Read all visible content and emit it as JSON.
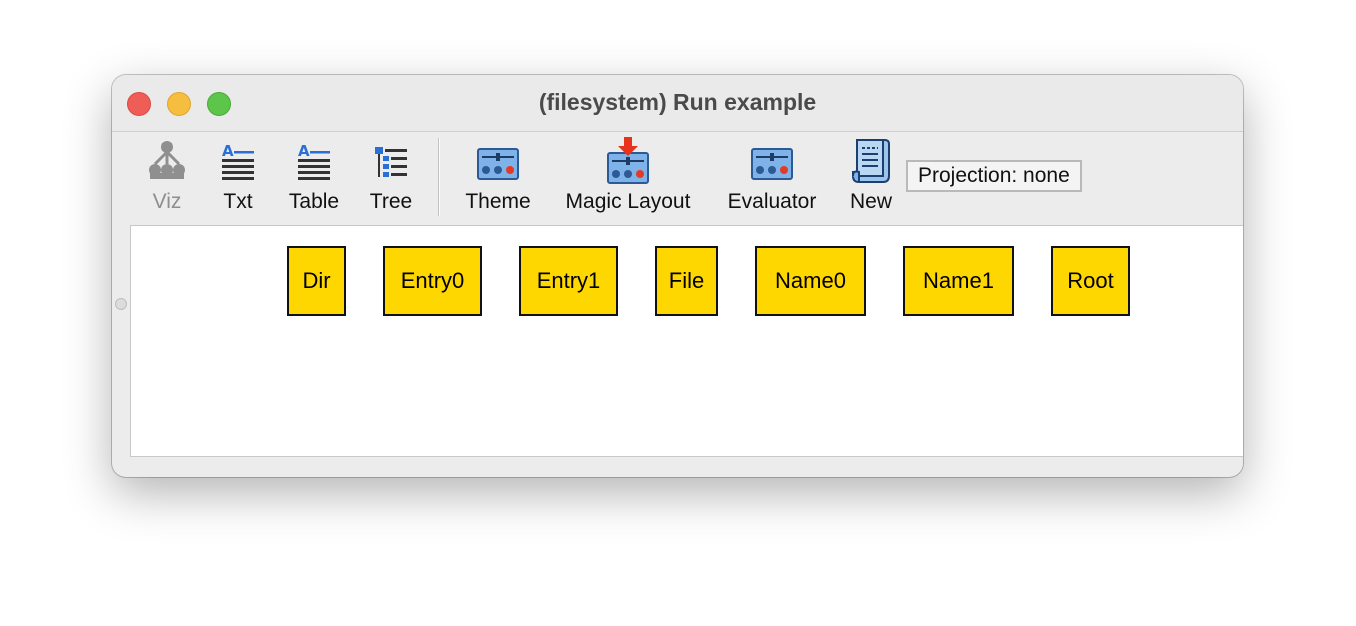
{
  "window": {
    "title": "(filesystem) Run example"
  },
  "toolbar": {
    "tools": [
      {
        "id": "viz",
        "label": "Viz",
        "icon": "viz-tree-icon",
        "enabled": false
      },
      {
        "id": "txt",
        "label": "Txt",
        "icon": "text-icon",
        "enabled": true
      },
      {
        "id": "table",
        "label": "Table",
        "icon": "table-icon",
        "enabled": true
      },
      {
        "id": "tree",
        "label": "Tree",
        "icon": "tree-icon",
        "enabled": true
      },
      {
        "id": "theme",
        "label": "Theme",
        "icon": "theme-icon",
        "enabled": true
      },
      {
        "id": "magic_layout",
        "label": "Magic Layout",
        "icon": "magic-layout-icon",
        "enabled": true
      },
      {
        "id": "evaluator",
        "label": "Evaluator",
        "icon": "evaluator-icon",
        "enabled": true
      },
      {
        "id": "new",
        "label": "New",
        "icon": "new-scroll-icon",
        "enabled": true
      }
    ],
    "projection": "Projection: none"
  },
  "graph": {
    "nodes": [
      "Dir",
      "Entry0",
      "Entry1",
      "File",
      "Name0",
      "Name1",
      "Root"
    ],
    "node_color": "#ffd700",
    "node_border_color": "#111111"
  },
  "colors": {
    "close": "#ee5e56",
    "minimize": "#f6be3f",
    "zoom": "#5dc54a"
  }
}
